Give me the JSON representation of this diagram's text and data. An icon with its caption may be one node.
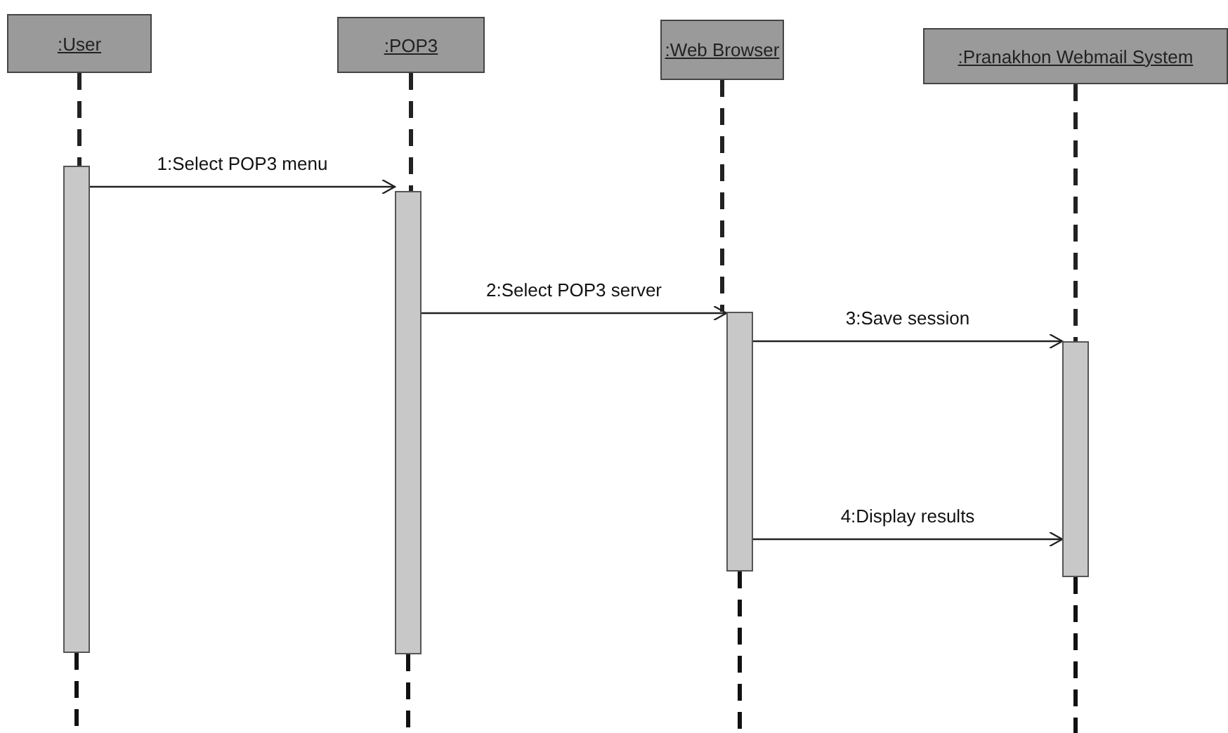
{
  "diagram": {
    "nodes": [
      {
        "text": [
          ":User"
        ]
      },
      {
        "text": [
          ":POP3"
        ]
      },
      {
        "text": [
          ":Web Browser"
        ]
      },
      {
        "text": [
          ":Pranakhon Webmail System"
        ]
      },
      {
        "text": [],
        "shape": "bar"
      },
      {
        "text": [],
        "shape": "bar"
      },
      {
        "text": [],
        "shape": "bar"
      },
      {
        "text": [],
        "shape": "bar"
      }
    ],
    "edges": [
      {
        "from": 0,
        "to": 4,
        "arrow": "none",
        "style": "dashed"
      },
      {
        "from": 1,
        "to": 5,
        "arrow": "none",
        "style": "dashed"
      },
      {
        "from": 2,
        "to": 6,
        "arrow": "none",
        "style": "dashed"
      },
      {
        "from": 3,
        "to": 7,
        "arrow": "none",
        "style": "dashed"
      },
      {
        "from": 4,
        "to": 5,
        "arrow": "to",
        "label": "1:Select POP3 menu"
      },
      {
        "from": 5,
        "to": 6,
        "arrow": "to",
        "label": "2:Select POP3 server"
      },
      {
        "from": 6,
        "to": 7,
        "arrow": "to",
        "label": "3:Save session"
      },
      {
        "from": 6,
        "to": 7,
        "arrow": "to",
        "label": "4:Display results"
      }
    ]
  }
}
